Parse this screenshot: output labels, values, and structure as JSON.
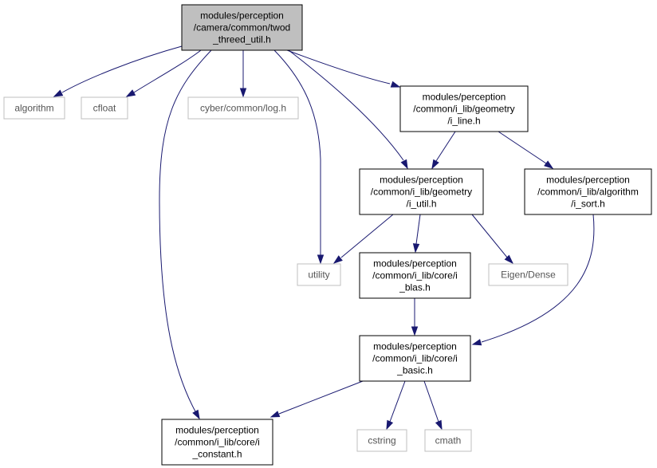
{
  "graph": {
    "nodes": {
      "twod_threed_util": {
        "lines": [
          "modules/perception",
          "/camera/common/twod",
          "_threed_util.h"
        ],
        "kind": "main"
      },
      "algorithm": {
        "lines": [
          "algorithm"
        ],
        "kind": "external"
      },
      "cfloat": {
        "lines": [
          "cfloat"
        ],
        "kind": "external"
      },
      "cyber_log": {
        "lines": [
          "cyber/common/log.h"
        ],
        "kind": "external"
      },
      "i_line": {
        "lines": [
          "modules/perception",
          "/common/i_lib/geometry",
          "/i_line.h"
        ],
        "kind": "internal"
      },
      "i_util": {
        "lines": [
          "modules/perception",
          "/common/i_lib/geometry",
          "/i_util.h"
        ],
        "kind": "internal"
      },
      "i_sort": {
        "lines": [
          "modules/perception",
          "/common/i_lib/algorithm",
          "/i_sort.h"
        ],
        "kind": "internal"
      },
      "utility": {
        "lines": [
          "utility"
        ],
        "kind": "external"
      },
      "i_blas": {
        "lines": [
          "modules/perception",
          "/common/i_lib/core/i",
          "_blas.h"
        ],
        "kind": "internal"
      },
      "eigen_dense": {
        "lines": [
          "Eigen/Dense"
        ],
        "kind": "external"
      },
      "i_basic": {
        "lines": [
          "modules/perception",
          "/common/i_lib/core/i",
          "_basic.h"
        ],
        "kind": "internal"
      },
      "i_constant": {
        "lines": [
          "modules/perception",
          "/common/i_lib/core/i",
          "_constant.h"
        ],
        "kind": "internal"
      },
      "cstring": {
        "lines": [
          "cstring"
        ],
        "kind": "external"
      },
      "cmath": {
        "lines": [
          "cmath"
        ],
        "kind": "external"
      }
    },
    "edges": [
      [
        "twod_threed_util",
        "algorithm"
      ],
      [
        "twod_threed_util",
        "cfloat"
      ],
      [
        "twod_threed_util",
        "cyber_log"
      ],
      [
        "twod_threed_util",
        "i_line"
      ],
      [
        "twod_threed_util",
        "i_util"
      ],
      [
        "twod_threed_util",
        "utility"
      ],
      [
        "twod_threed_util",
        "i_constant"
      ],
      [
        "i_line",
        "i_util"
      ],
      [
        "i_line",
        "i_sort"
      ],
      [
        "i_util",
        "utility"
      ],
      [
        "i_util",
        "i_blas"
      ],
      [
        "i_util",
        "eigen_dense"
      ],
      [
        "i_sort",
        "i_basic"
      ],
      [
        "i_blas",
        "i_basic"
      ],
      [
        "i_basic",
        "i_constant"
      ],
      [
        "i_basic",
        "cstring"
      ],
      [
        "i_basic",
        "cmath"
      ]
    ]
  },
  "colors": {
    "edge": "#191970",
    "main_fill": "#bfbfbf",
    "external_border": "#bfbfbf",
    "external_text": "#555555"
  }
}
